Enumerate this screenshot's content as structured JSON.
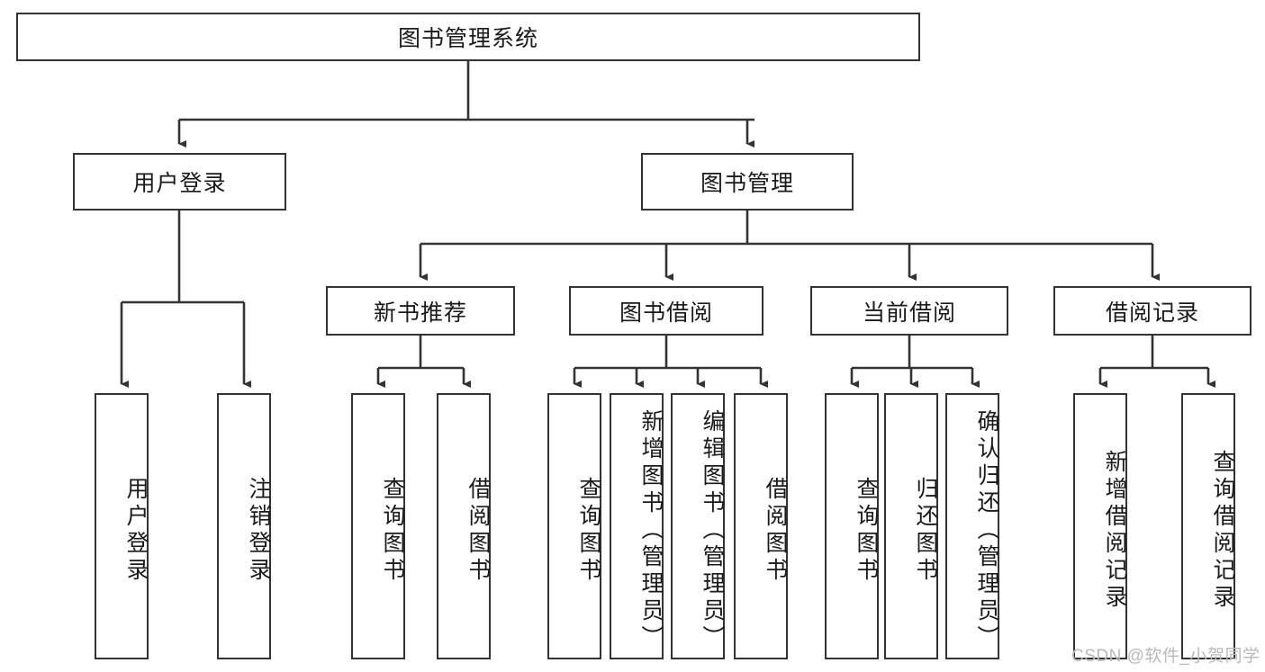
{
  "diagram": {
    "type": "tree",
    "title_node": {
      "label": "图书管理系统"
    },
    "level2": [
      {
        "id": "user-login",
        "label": "用户登录"
      },
      {
        "id": "book-management",
        "label": "图书管理"
      }
    ],
    "level3": [
      {
        "id": "new-book-recommend",
        "label": "新书推荐"
      },
      {
        "id": "book-borrow",
        "label": "图书借阅"
      },
      {
        "id": "current-borrow",
        "label": "当前借阅"
      },
      {
        "id": "borrow-record",
        "label": "借阅记录"
      }
    ],
    "leaves": {
      "user_login": [
        {
          "id": "leaf-user-login",
          "label": "用户登录"
        },
        {
          "id": "leaf-logout-login",
          "label": "注销登录"
        }
      ],
      "new_book_recommend": [
        {
          "id": "leaf-query-book-1",
          "label": "查询图书"
        },
        {
          "id": "leaf-borrow-book-1",
          "label": "借阅图书"
        }
      ],
      "book_borrow": [
        {
          "id": "leaf-query-book-2",
          "label": "查询图书"
        },
        {
          "id": "leaf-add-book",
          "label": "新增图书（管理员）"
        },
        {
          "id": "leaf-edit-book",
          "label": "编辑图书（管理员）"
        },
        {
          "id": "leaf-borrow-book-2",
          "label": "借阅图书"
        }
      ],
      "current_borrow": [
        {
          "id": "leaf-query-book-3",
          "label": "查询图书"
        },
        {
          "id": "leaf-return-book",
          "label": "归还图书"
        },
        {
          "id": "leaf-confirm-return",
          "label": "确认归还（管理员）"
        }
      ],
      "borrow_record": [
        {
          "id": "leaf-add-record",
          "label": "新增借阅记录"
        },
        {
          "id": "leaf-query-record",
          "label": "查询借阅记录"
        }
      ]
    },
    "colors": {
      "stroke": "#333333",
      "fill": "#ffffff",
      "text": "#1a1a1a",
      "watermark": "#b9b9b9"
    }
  },
  "watermark": {
    "text": "CSDN @软件_小贺同学"
  }
}
